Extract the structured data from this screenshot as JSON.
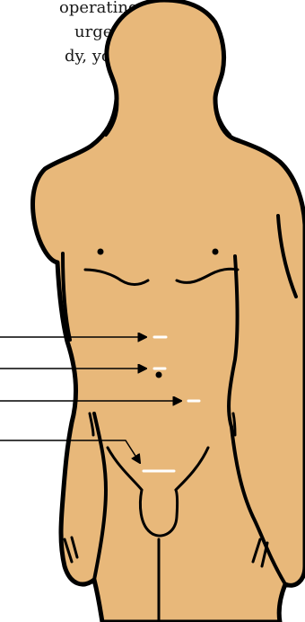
{
  "intro_lines": [
    "operating",
    "urgeon",
    "dy, your"
  ],
  "colors": {
    "skin": "#e8b87a",
    "outline": "#000000",
    "incision": "#ffffff",
    "arrow": "#000000",
    "background": "#ffffff"
  },
  "incisions": [
    {
      "name": "upper-abdomen-incision"
    },
    {
      "name": "umbilical-incision"
    },
    {
      "name": "right-flank-incision"
    },
    {
      "name": "lower-pelvic-incision"
    }
  ]
}
